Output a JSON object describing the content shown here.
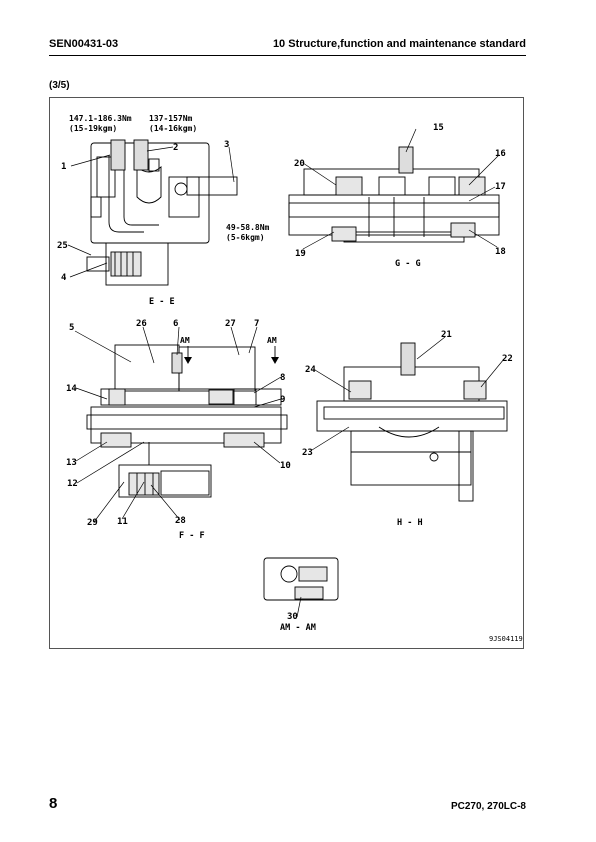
{
  "header": {
    "doc_code": "SEN00431-03",
    "section_title": "10 Structure,function and maintenance standard"
  },
  "page": {
    "part": "(3/5)"
  },
  "figure": {
    "torque_labels": {
      "t1_line1": "147.1-186.3Nm",
      "t1_line2": "(15-19kgm)",
      "t2_line1": "137-157Nm",
      "t2_line2": "(14-16kgm)",
      "t3_line1": "49-58.8Nm",
      "t3_line2": "(5-6kgm)"
    },
    "view_labels": {
      "ee": "E - E",
      "gg": "G - G",
      "ff": "F - F",
      "hh": "H - H",
      "amam": "AM - AM"
    },
    "am_marks": [
      "AM",
      "AM"
    ],
    "callouts": [
      "1",
      "2",
      "3",
      "4",
      "5",
      "6",
      "7",
      "8",
      "9",
      "10",
      "11",
      "12",
      "13",
      "14",
      "15",
      "16",
      "17",
      "18",
      "19",
      "20",
      "21",
      "22",
      "23",
      "24",
      "25",
      "26",
      "27",
      "28",
      "29",
      "30"
    ],
    "figure_code": "9JS04119"
  },
  "footer": {
    "page_number": "8",
    "model": "PC270, 270LC-8"
  }
}
